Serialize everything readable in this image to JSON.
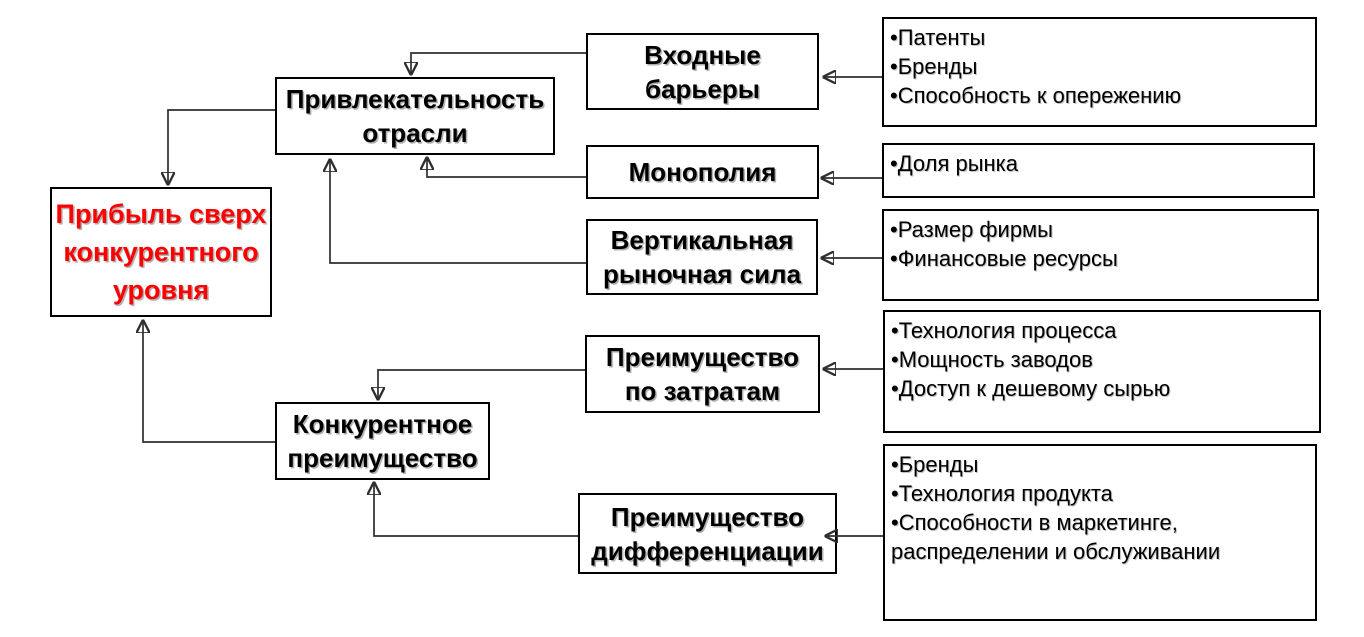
{
  "nodes": {
    "profit": {
      "lines": [
        "Прибыль сверх",
        "конкурентного",
        "уровня"
      ],
      "text_color": "#ff0000"
    },
    "industry": {
      "lines": [
        "Привлекательность",
        "отрасли"
      ]
    },
    "competitive": {
      "lines": [
        "Конкурентное",
        "преимущество"
      ]
    },
    "entry_barriers": {
      "lines": [
        "Входные",
        "барьеры"
      ]
    },
    "monopoly": {
      "lines": [
        "Монополия"
      ]
    },
    "vertical_power": {
      "lines": [
        "Вертикальная",
        "рыночная сила"
      ]
    },
    "cost_advantage": {
      "lines": [
        "Преимущество",
        "по затратам"
      ]
    },
    "diff_advantage": {
      "lines": [
        "Преимущество",
        "дифференциации"
      ]
    }
  },
  "lists": {
    "entry_factors": [
      "•Патенты",
      "•Бренды",
      "•Способность к опережению"
    ],
    "monopoly_factors": [
      "•Доля рынка"
    ],
    "vertical_factors": [
      "•Размер фирмы",
      "•Финансовые ресурсы"
    ],
    "cost_factors": [
      "•Технология процесса",
      "•Мощность заводов",
      "•Доступ к дешевому сырью"
    ],
    "diff_factors": [
      "•Бренды",
      "•Технология продукта",
      "•Способности в маркетинге, распределении и обслуживании"
    ]
  },
  "edges": [
    {
      "from": "entry_barriers",
      "to": "industry"
    },
    {
      "from": "monopoly",
      "to": "industry"
    },
    {
      "from": "vertical_power",
      "to": "industry"
    },
    {
      "from": "industry",
      "to": "profit"
    },
    {
      "from": "cost_advantage",
      "to": "competitive"
    },
    {
      "from": "diff_advantage",
      "to": "competitive"
    },
    {
      "from": "competitive",
      "to": "profit"
    },
    {
      "from": "entry_factors",
      "to": "entry_barriers"
    },
    {
      "from": "monopoly_factors",
      "to": "monopoly"
    },
    {
      "from": "vertical_factors",
      "to": "vertical_power"
    },
    {
      "from": "cost_factors",
      "to": "cost_advantage"
    },
    {
      "from": "diff_factors",
      "to": "diff_advantage"
    }
  ],
  "colors": {
    "accent_text": "#ff0000",
    "box_border": "#000000",
    "arrow": "#2e2e2e",
    "background": "#ffffff"
  }
}
